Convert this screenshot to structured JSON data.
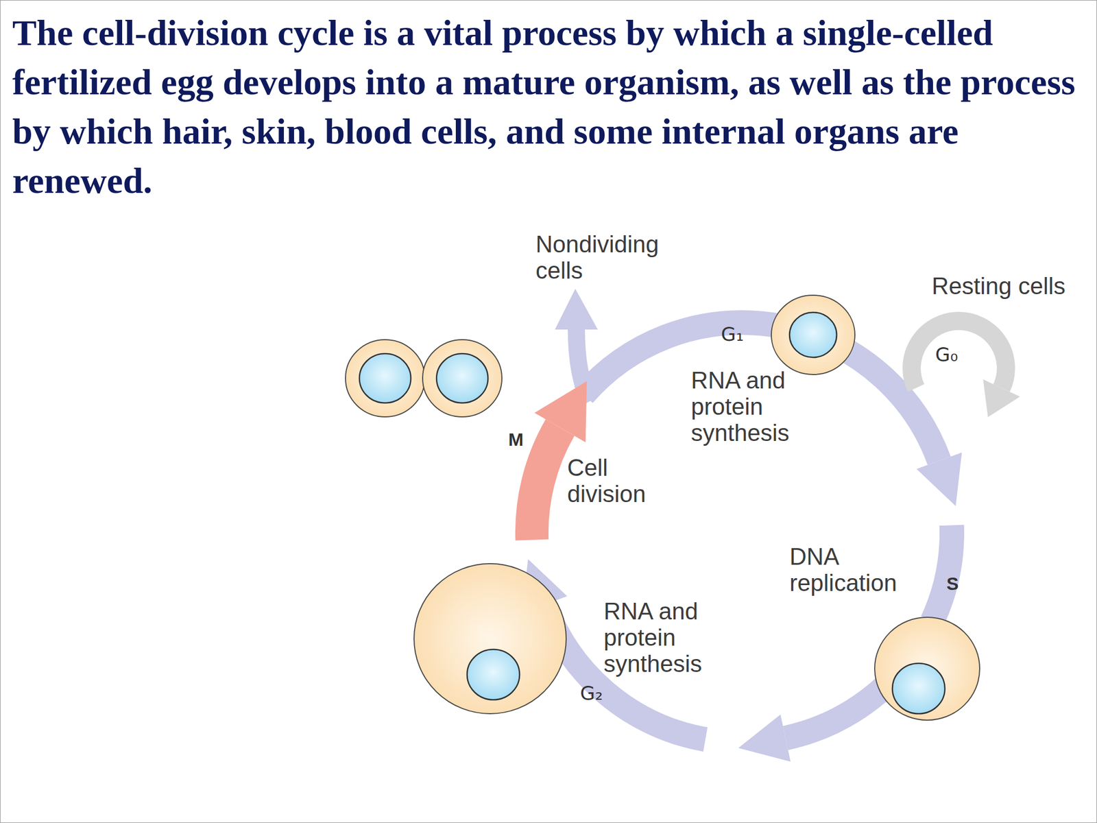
{
  "diagram": {
    "title": "The cell-division cycle is a vital process by which a single-celled fertilized egg develops into a mature organism, as well as the process by which hair, skin, blood cells, and some internal organs are renewed.",
    "labels": [
      "Nondividing cells",
      "Resting cells",
      "G₁",
      "G₀",
      "RNA and protein synthesis",
      "M",
      "Cell division",
      "DNA replication",
      "S",
      "RNA and protein synthesis",
      "G₂"
    ]
  }
}
